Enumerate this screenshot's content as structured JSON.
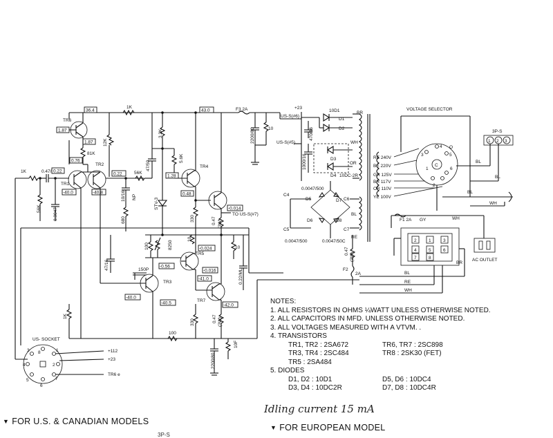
{
  "labels": {
    "v364": "36.4",
    "v1k_top": "1K",
    "v430": "43.0",
    "f3": "F3 2A",
    "tr6": "TR6",
    "v187": "1.87",
    "v187b": "1.87",
    "r81k": "81K",
    "v076": "0.76",
    "r12k": "12K",
    "r33k": "3.3K",
    "r56k_a": "5.6K",
    "c4750": "47/50",
    "tr4": "TR4",
    "v128": "1.28",
    "stv": "STV-3",
    "v048": "0.48",
    "r1k_in": "1K",
    "c0470": "0.47/10",
    "v022a": "0.22",
    "tr1": "TR1",
    "tr2": "TR2",
    "v400a": "-40.0",
    "v408": "-40.8",
    "r56k_b": "56K",
    "c0047": "0.0047",
    "v022b": "0.22",
    "c1016": "10/16",
    "np": "NP",
    "r56k_c": "56K",
    "r680": "680",
    "r330a": "330",
    "r047a": "0.47",
    "r3w_a": "(3W)",
    "v0014": "-0.014",
    "to_us7": "TO US-S(#7)",
    "r100": "100",
    "r10a": "10",
    "v0024": "-0.024",
    "r10b": "10",
    "c4716": "47/16",
    "c150p": "150P",
    "v056": "-0.56",
    "tr5": "TR5",
    "v0016": "-0.016",
    "r8250": "8250",
    "v410": "-41.0",
    "tr3": "TR3",
    "v400b": "-40.0",
    "v405": "-40.5",
    "tr7": "TR7",
    "v420": "-42.0",
    "r1k_low": "1K",
    "r330b": "330",
    "r047b": "0.47",
    "r3w_b": "(3W)",
    "c022": "0.22/ML",
    "r100b": "100",
    "c2200": "2200/80",
    "r10f": "10F",
    "us_s6": "US-S(#6)",
    "p23": "+23",
    "d10d1": "10D1",
    "d1": "D1",
    "d2": "D2",
    "c2200b": "2200/80",
    "r10k": "10",
    "us_s5": "US-S(#5)",
    "c1000": "1000/16",
    "c470": "470/16",
    "d3": "D3",
    "d4": "D4",
    "d10dc2r": "10DC-2R",
    "br": "BR",
    "wh": "WH",
    "or": "OR",
    "c4": "C4",
    "c0047a": "0.0047/500",
    "c6": "C6",
    "d5": "D5",
    "d7": "D7",
    "d6": "D6",
    "d8": "D8",
    "c5": "C5",
    "c7": "C7",
    "bl_mid": "BL",
    "re_mid": "RE",
    "c0047b": "0.0047/500",
    "c0047c": "0.0047/50C",
    "r047c": "0.47",
    "r3w_c": "(3W)",
    "f2": "F2",
    "f2a": "2A",
    "vs_title": "VOLTAGE SELECTOR",
    "re240": "RE 240V",
    "be220": "BE 220V",
    "gr125": "GR 125V",
    "br117": "BR 117V",
    "or110": "OR 110V",
    "ye100": "YE 100V",
    "vs_o3": "3",
    "vs_o4": "4",
    "vs_o5": "5",
    "vs_o6": "6",
    "vs_o1": "1",
    "vs_o2": "2",
    "vs_c": "C",
    "vs_o": "O",
    "bp3": "3P-S",
    "p1": "1",
    "p2": "2",
    "p3": "3",
    "bl_r": "BL",
    "bl_r2": "BL",
    "wh_r": "WH",
    "f1": "F1 2A",
    "gy": "GY",
    "wh_r2": "WH",
    "bl_b": "BL",
    "br_b": "BR",
    "ac_outlet": "AC OUTLET",
    "oct_1": "1",
    "oct_2": "2",
    "oct_3": "3",
    "oct_4": "4",
    "oct_5": "5",
    "oct_6": "6",
    "oct_7": "7",
    "oct_8": "8",
    "bl_lo": "BL",
    "re_lo": "RE",
    "wh_lo": "WH",
    "us_socket": "US- SOCKET",
    "s1": "1",
    "s2": "2",
    "s3": "3",
    "s4": "4",
    "s5": "5",
    "s6": "6",
    "s7": "7",
    "s8": "8",
    "p112": "+112",
    "p23b": "+23",
    "tr6e": "TR6 e"
  },
  "notes": {
    "title": "NOTES:",
    "n1": "1.  ALL RESISTORS IN OHMS ¼WATT UNLESS OTHERWISE NOTED.",
    "n2": "2.  ALL CAPACITORS IN MFD. UNLESS OTHERWISE NOTED.",
    "n3": "3.  ALL VOLTAGES MEASURED WITH A VTVM. .",
    "n4": "4.  TRANSISTORS",
    "t1a": "TR1, TR2 : 2SA672",
    "t1b": "TR6, TR7 : 2SC898",
    "t2a": "TR3, TR4 : 2SC484",
    "t2b": "TR8        : 2SK30 (FET)",
    "t3a": "TR5         : 2SA484",
    "n5": "5.  DIODES",
    "d1a": "D1, D2 : 10D1",
    "d1b": "D5, D6 : 10DC4",
    "d2a": "D3, D4 : 10DC2R",
    "d2b": "D7, D8 : 10DC4R"
  },
  "handwriting": "Idling current  15 mA",
  "models": {
    "us": "FOR U.S. & CANADIAN MODELS",
    "eu": "FOR EUROPEAN MODEL",
    "marker": "▼"
  },
  "crop_text": "3P-S"
}
